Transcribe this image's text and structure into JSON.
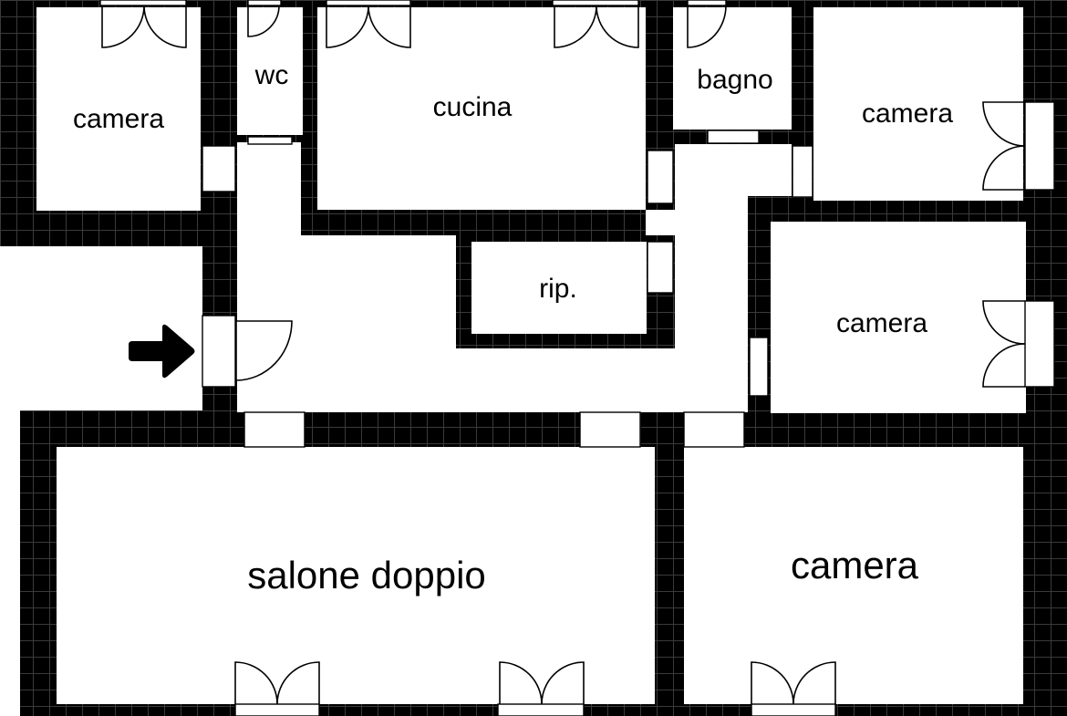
{
  "colors": {
    "wall": "#000000",
    "floor": "#ffffff",
    "brick_line": "#3a3a3a"
  },
  "rooms": {
    "camera_top_left": "camera",
    "wc": "wc",
    "cucina": "cucina",
    "bagno": "bagno",
    "camera_top_right": "camera",
    "ripostiglio": "rip.",
    "camera_mid_right": "camera",
    "salone": "salone doppio",
    "camera_bottom_right": "camera"
  },
  "icons": {
    "entrance": "entrance-arrow-icon"
  }
}
